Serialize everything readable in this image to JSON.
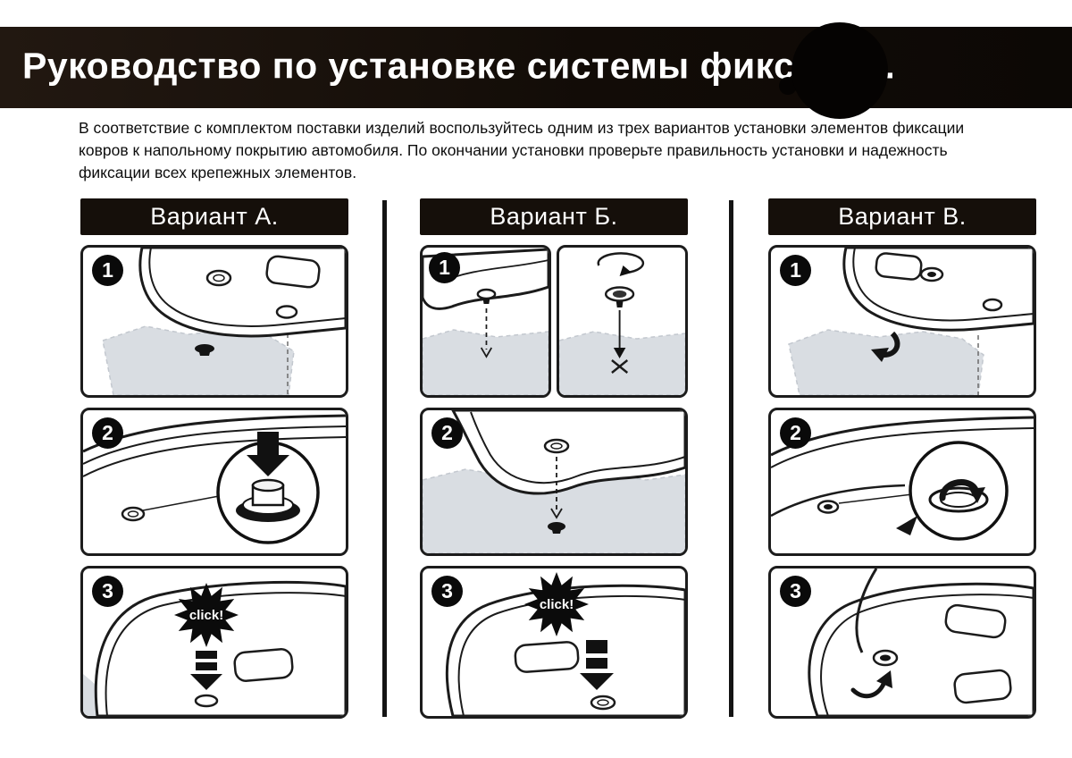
{
  "header": {
    "title": "Руководство по установке системы фиксации."
  },
  "intro": {
    "text": "В соответствие с комплектом поставки изделий воспользуйтесь одним из трех вариантов установки элементов фиксации ковров к напольному покрытию автомобиля. По окончании установки проверьте правильность установки и надежность фиксации всех крепежных элементов."
  },
  "variants": [
    {
      "label": "Вариант А.",
      "steps": [
        {
          "number": "1"
        },
        {
          "number": "2"
        },
        {
          "number": "3",
          "click_label": "click!"
        }
      ]
    },
    {
      "label": "Вариант Б.",
      "steps": [
        {
          "number": "1"
        },
        {
          "number": "2"
        },
        {
          "number": "3",
          "click_label": "click!"
        }
      ]
    },
    {
      "label": "Вариант В.",
      "steps": [
        {
          "number": "1"
        },
        {
          "number": "2"
        },
        {
          "number": "3"
        }
      ]
    }
  ],
  "colors": {
    "header_bg": "#150f0a",
    "panel_border": "#1c1c1c",
    "carpet_fill": "#d9dde2",
    "ink": "#141414"
  }
}
